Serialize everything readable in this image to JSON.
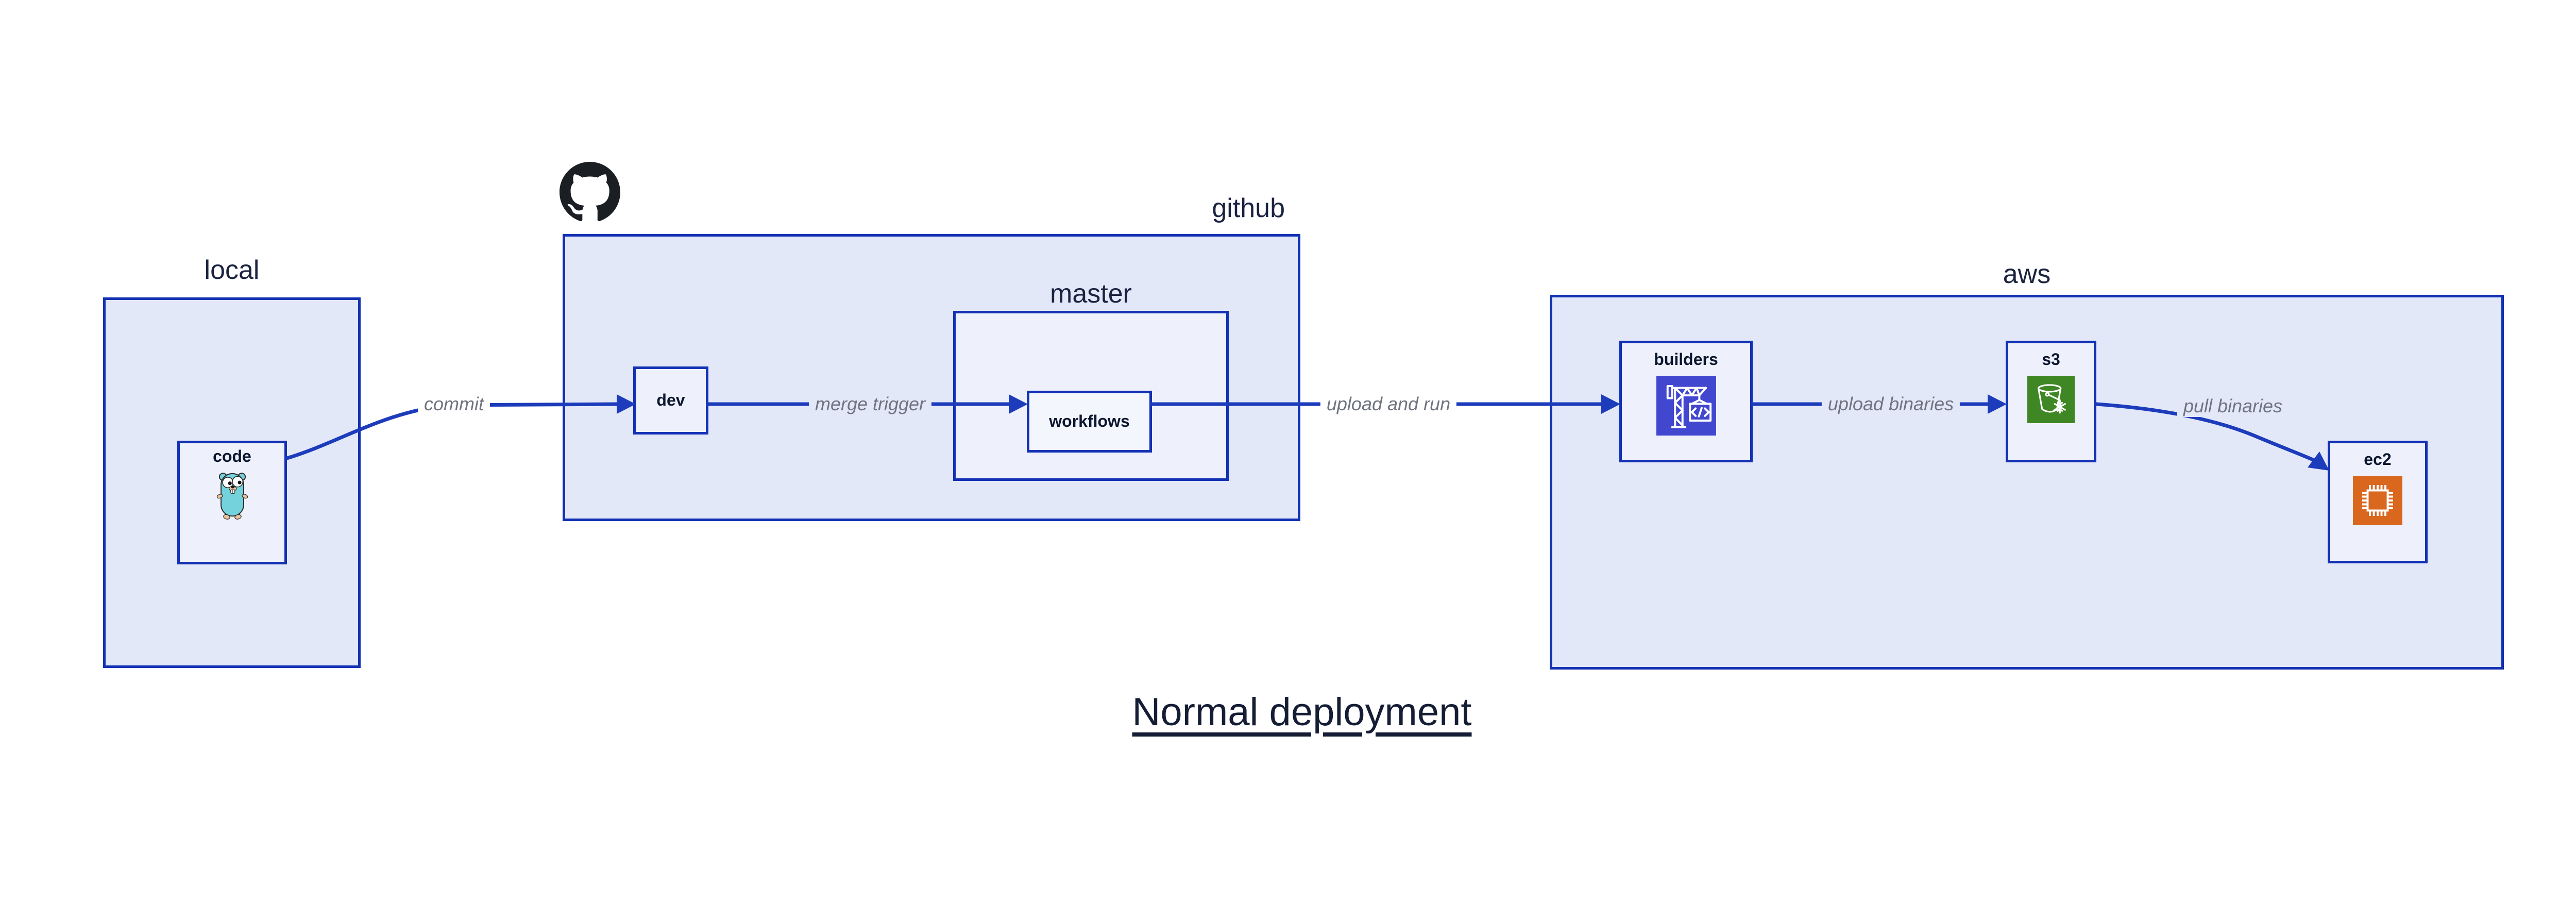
{
  "title": {
    "text": "Normal deployment"
  },
  "containers": [
    {
      "id": "local",
      "label": "local"
    },
    {
      "id": "github",
      "label": "github"
    },
    {
      "id": "master",
      "label": "master"
    },
    {
      "id": "aws",
      "label": "aws"
    }
  ],
  "nodes": [
    {
      "id": "code",
      "label": "code",
      "icon": "go-gopher"
    },
    {
      "id": "dev",
      "label": "dev",
      "icon": ""
    },
    {
      "id": "workflows",
      "label": "workflows",
      "icon": ""
    },
    {
      "id": "builders",
      "label": "builders",
      "icon": "codebuild-crane"
    },
    {
      "id": "s3",
      "label": "s3",
      "icon": "s3-bucket-snowflake"
    },
    {
      "id": "ec2",
      "label": "ec2",
      "icon": "ec2-chip"
    }
  ],
  "edges": [
    {
      "from": "code",
      "to": "dev",
      "label": "commit"
    },
    {
      "from": "dev",
      "to": "workflows",
      "label": "merge trigger"
    },
    {
      "from": "workflows",
      "to": "builders",
      "label": "upload and run"
    },
    {
      "from": "builders",
      "to": "s3",
      "label": "upload binaries"
    },
    {
      "from": "s3",
      "to": "ec2",
      "label": "pull binaries"
    }
  ],
  "icons": {
    "header_logo": "github-octocat-mark"
  },
  "colors": {
    "box_border": "#1331b4",
    "arrow": "#1d3cbb",
    "container_fill": "#e3e8f9",
    "node_fill": "#eef1fc",
    "inner_node_fill": "#f4f6fe",
    "label_dark": "#0d1730",
    "edge_label_gray": "#6f7480",
    "codebuild_icon_bg": "#4247d0",
    "s3_icon_bg": "#3f8624",
    "ec2_icon_bg": "#d9671e",
    "gopher_body": "#74d2dd",
    "github_logo": "#1b1f24"
  }
}
